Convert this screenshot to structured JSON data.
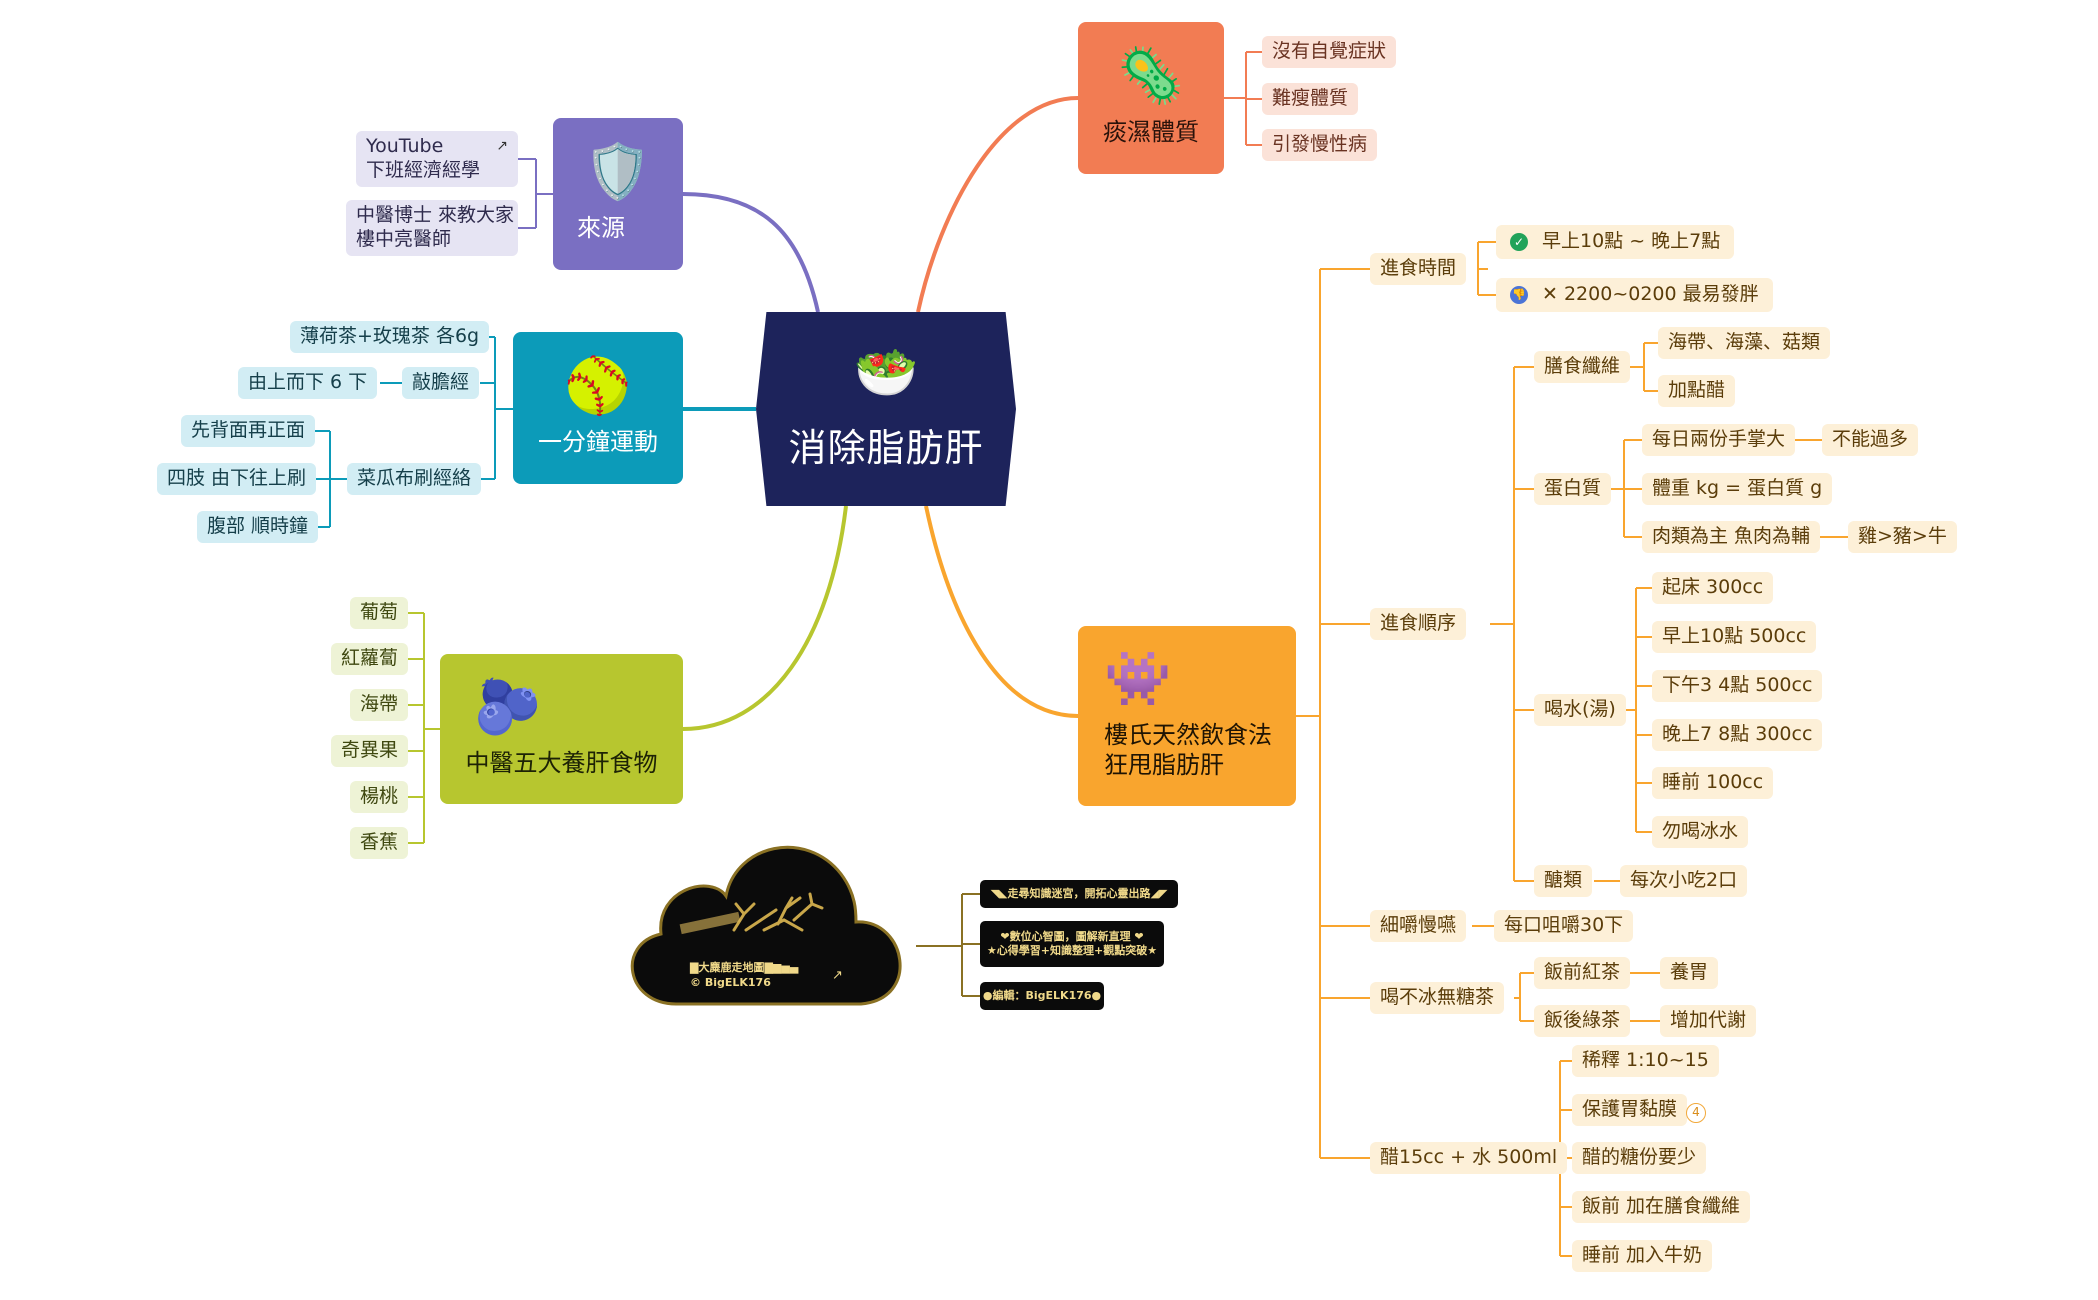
{
  "colors": {
    "central": "#1d235b",
    "orange_branch": "#f9a52e",
    "red_branch": "#f27c53",
    "purple_branch": "#7a6fc2",
    "blue_branch": "#0c9bb9",
    "green_branch": "#b7c62f"
  },
  "central": {
    "title": "消除脂肪肝",
    "icon": "salad-bowl-icon"
  },
  "damp": {
    "title": "痰濕體質",
    "icon": "virus-icon",
    "items": [
      "沒有自覺症狀",
      "難瘦體質",
      "引發慢性病"
    ]
  },
  "source": {
    "title": "來源",
    "icon": "shield-check-icon",
    "youtube_line1": "YouTube",
    "youtube_line2": "下班經濟經學",
    "doctor_line1": "中醫博士 來教大家",
    "doctor_line2": "樓中亮醫師"
  },
  "exercise": {
    "title": "一分鐘運動",
    "icon": "baseball-glove-icon",
    "tea": "薄荷茶+玫瑰茶 各6g",
    "knock_label": "敲膽經",
    "knock_detail": "由上而下 6 下",
    "brush_label": "菜瓜布刷經絡",
    "brush_items": [
      "先背面再正面",
      "四肢 由下往上刷",
      "腹部 順時鐘"
    ]
  },
  "foods": {
    "title": "中醫五大養肝食物",
    "icon": "blueberries-icon",
    "items": [
      "葡萄",
      "紅蘿蔔",
      "海帶",
      "奇異果",
      "楊桃",
      "香蕉"
    ]
  },
  "diet": {
    "title_line1": "樓氏天然飲食法",
    "title_line2": "狂甩脂肪肝",
    "icon": "pacman-icon",
    "time": {
      "label": "進食時間",
      "good": "早上10點 ~ 晚上7點",
      "bad": "✕ 2200~0200 最易發胖"
    },
    "order": {
      "label": "進食順序",
      "fiber": {
        "label": "膳食纖維",
        "items": [
          "海帶、海藻、菇類",
          "加點醋"
        ]
      },
      "protein": {
        "label": "蛋白質",
        "palm": "每日兩份手掌大",
        "palm_note": "不能過多",
        "weight": "體重 kg = 蛋白質 g",
        "meat": "肉類為主 魚肉為輔",
        "meat_note": "雞>豬>牛"
      },
      "water": {
        "label": "喝水(湯)",
        "items": [
          "起床 300cc",
          "早上10點 500cc",
          "下午3 4點 500cc",
          "晚上7 8點 300cc",
          "睡前 100cc",
          "勿喝冰水"
        ]
      },
      "carbs": {
        "label": "醣類",
        "note": "每次小吃2口"
      }
    },
    "chew": {
      "label": "細嚼慢嚥",
      "note": "每口咀嚼30下"
    },
    "tea": {
      "label": "喝不冰無糖茶",
      "black": "飯前紅茶",
      "black_note": "養胃",
      "green": "飯後綠茶",
      "green_note": "增加代謝"
    },
    "vinegar": {
      "label": "醋15cc + 水 500ml",
      "items": [
        "稀釋 1:10~15",
        "保護胃黏膜",
        "醋的糖份要少",
        "飯前 加在膳食纖維",
        "睡前 加入牛奶"
      ],
      "badge": "4"
    }
  },
  "brand": {
    "logo_line1": "▇大麋鹿走地圖▇▆▅▄",
    "logo_line2": "© BigELK176",
    "tag1": "◥◣走尋知識迷宮，開拓心靈出路◢◤",
    "tag2_line1": "❤數位心智圖，圖解新直理 ❤",
    "tag2_line2": "★心得學習+知識整理+觀點突破★",
    "tag3": "●編輯：BigELK176●"
  }
}
